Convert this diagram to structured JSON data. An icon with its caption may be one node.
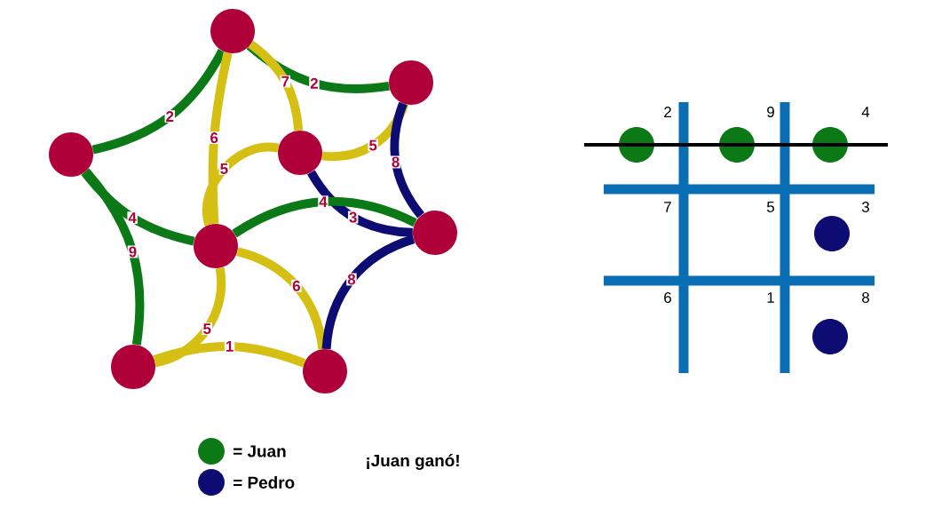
{
  "diagram": {
    "nodes": [
      {
        "text": [],
        "shape": "circle"
      },
      {
        "text": [],
        "shape": "circle"
      },
      {
        "text": [],
        "shape": "circle"
      },
      {
        "text": [],
        "shape": "circle"
      },
      {
        "text": [],
        "shape": "circle"
      },
      {
        "text": [],
        "shape": "circle"
      },
      {
        "text": [],
        "shape": "circle"
      },
      {
        "text": [],
        "shape": "circle"
      }
    ],
    "edges": [
      {
        "from": 3,
        "to": 6,
        "arrow": "none",
        "label": "2",
        "color": "#0b7a16"
      },
      {
        "from": 3,
        "to": 0,
        "arrow": "none",
        "label": "2",
        "color": "#0b7a16"
      },
      {
        "from": 3,
        "to": 2,
        "arrow": "none",
        "label": "6",
        "color": "#d4bf12"
      },
      {
        "from": 3,
        "to": 4,
        "arrow": "none",
        "label": "7",
        "color": "#d4bf12"
      },
      {
        "from": 6,
        "to": 4,
        "arrow": "none",
        "label": "5",
        "color": "#d4bf12"
      },
      {
        "from": 6,
        "to": 7,
        "arrow": "none",
        "label": "8",
        "color": "#0c0c72"
      },
      {
        "from": 4,
        "to": 7,
        "arrow": "none",
        "label": "3",
        "color": "#0c0c72"
      },
      {
        "from": 4,
        "to": 2,
        "arrow": "none",
        "label": "5",
        "color": "#d4bf12"
      },
      {
        "from": 0,
        "to": 2,
        "arrow": "none",
        "label": "4",
        "color": "#0b7a16"
      },
      {
        "from": 0,
        "to": 1,
        "arrow": "none",
        "label": "9",
        "color": "#0b7a16"
      },
      {
        "from": 2,
        "to": 7,
        "arrow": "none",
        "label": "4",
        "color": "#0b7a16"
      },
      {
        "from": 2,
        "to": 1,
        "arrow": "none",
        "label": "5",
        "color": "#d4bf12"
      },
      {
        "from": 2,
        "to": 5,
        "arrow": "none",
        "label": "6",
        "color": "#d4bf12"
      },
      {
        "from": 1,
        "to": 5,
        "arrow": "none",
        "label": "1",
        "color": "#d4bf12"
      },
      {
        "from": 7,
        "to": 5,
        "arrow": "none",
        "label": "8",
        "color": "#0c0c72"
      }
    ],
    "labels": [
      "2",
      "9",
      "4",
      "7",
      "5",
      "3",
      "6",
      "1",
      "8",
      "¡Juan ganó!"
    ],
    "legend": [
      {
        "text": "= Juan",
        "color": "#0b7a16"
      },
      {
        "text": "= Pedro",
        "color": "#0c0c72"
      }
    ]
  }
}
